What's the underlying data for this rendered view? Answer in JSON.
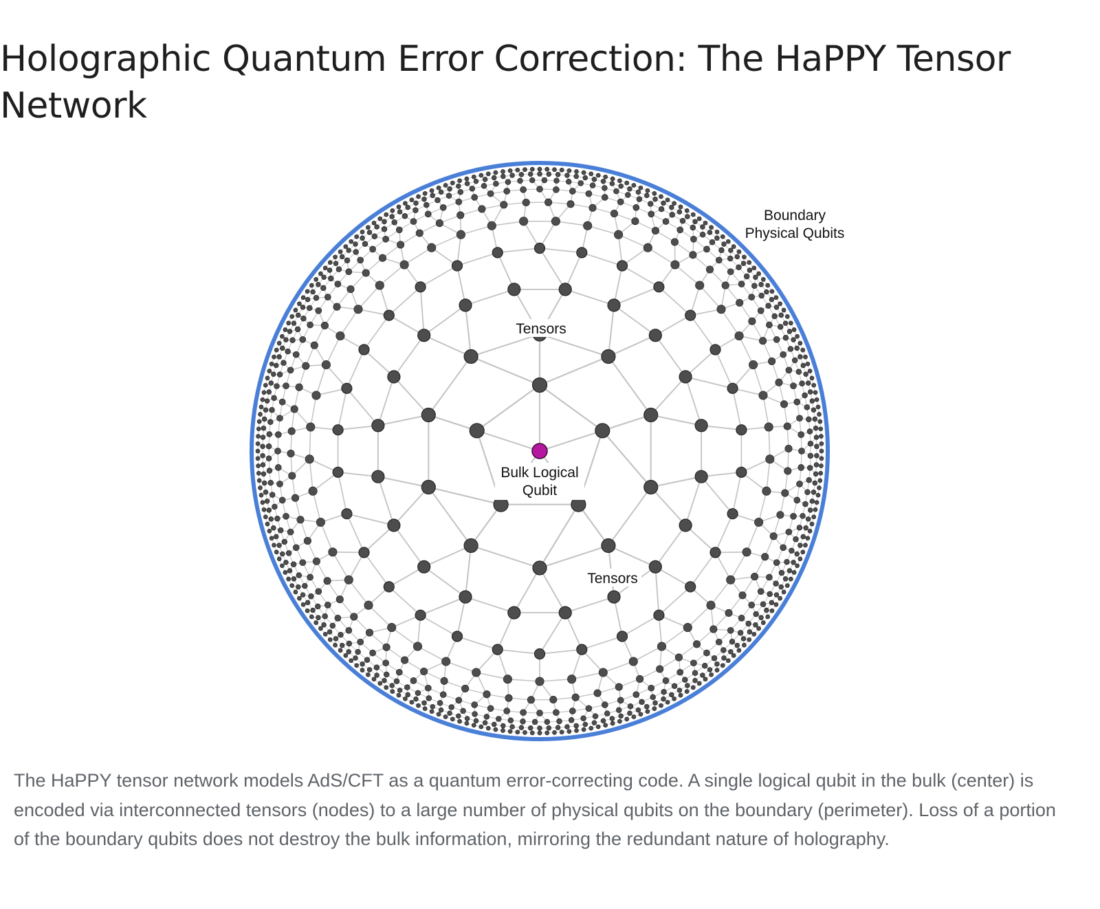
{
  "title": "Holographic Quantum Error Correction: The HaPPY Tensor Network",
  "caption": "The HaPPY tensor network models AdS/CFT as a quantum error-correcting code. A single logical qubit in the bulk (center) is encoded via interconnected tensors (nodes) to a large number of physical qubits on the boundary (perimeter). Loss of a portion of the boundary qubits does not destroy the bulk information, mirroring the redundant nature of holography.",
  "diagram": {
    "labels": {
      "boundary_line1": "Boundary",
      "boundary_line2": "Physical Qubits",
      "tensors_top": "Tensors",
      "tensors_bottom": "Tensors",
      "bulk_line1": "Bulk Logical",
      "bulk_line2": "Qubit"
    },
    "colors": {
      "boundary_ring": "#4a7fd8",
      "bulk_qubit": "#b5179e",
      "tensor_node": "#4d4d4d",
      "edge": "#c4c4c4"
    }
  }
}
